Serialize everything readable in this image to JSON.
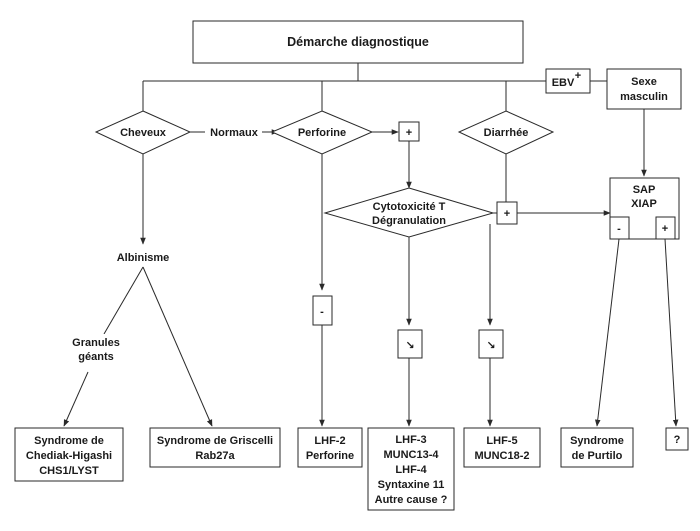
{
  "title": "Démarche diagnostique",
  "nodes": {
    "ebv": "EBV",
    "ebv_sup": "+",
    "sexe_l1": "Sexe",
    "sexe_l2": "masculin",
    "cheveux": "Cheveux",
    "normaux": "Normaux",
    "perforine": "Perforine",
    "plus_perforine": "+",
    "diarrhee": "Diarrhée",
    "cyto_l1": "Cytotoxicité T",
    "cyto_l2": "Dégranulation",
    "plus_cyto": "+",
    "sap_l1": "SAP",
    "sap_l2": "XIAP",
    "sap_minus": "-",
    "sap_plus": "+",
    "albinisme": "Albinisme",
    "granules_l1": "Granules",
    "granules_l2": "géants",
    "minus_perf": "-",
    "down_arrow_1": "↘",
    "down_arrow_2": "↘"
  },
  "outcomes": {
    "chediak": [
      "Syndrome de",
      "Chediak-Higashi",
      "CHS1/LYST"
    ],
    "griscelli": [
      "Syndrome de Griscelli",
      "Rab27a"
    ],
    "lhf2": [
      "LHF-2",
      "Perforine"
    ],
    "lhf3": [
      "LHF-3",
      "MUNC13-4",
      "LHF-4",
      "Syntaxine 11",
      "Autre cause ?"
    ],
    "lhf5": [
      "LHF-5",
      "MUNC18-2"
    ],
    "purtilo": [
      "Syndrome",
      "de Purtilo"
    ],
    "unknown": [
      "?"
    ]
  }
}
